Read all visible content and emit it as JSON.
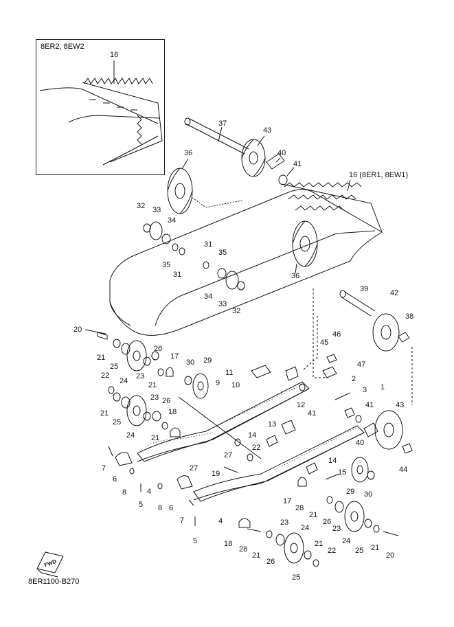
{
  "diagram": {
    "inset_title": "8ER2, 8EW2",
    "drawing_code": "8ER1100-B270",
    "fwd_marker": "FWD",
    "callouts": [
      {
        "id": "c-16-inset",
        "text": "16"
      },
      {
        "id": "c-16-main",
        "text": "16 (8ER1, 8EW1)"
      },
      {
        "id": "c-37",
        "text": "37"
      },
      {
        "id": "c-43-top",
        "text": "43"
      },
      {
        "id": "c-36-top",
        "text": "36"
      },
      {
        "id": "c-40-top",
        "text": "40"
      },
      {
        "id": "c-41-top",
        "text": "41"
      },
      {
        "id": "c-32-top",
        "text": "32"
      },
      {
        "id": "c-33-top",
        "text": "33"
      },
      {
        "id": "c-34-top",
        "text": "34"
      },
      {
        "id": "c-35-top",
        "text": "35"
      },
      {
        "id": "c-31-top",
        "text": "31"
      },
      {
        "id": "c-31-mid",
        "text": "31"
      },
      {
        "id": "c-35-mid",
        "text": "35"
      },
      {
        "id": "c-36-mid",
        "text": "36"
      },
      {
        "id": "c-34-mid",
        "text": "34"
      },
      {
        "id": "c-33-mid",
        "text": "33"
      },
      {
        "id": "c-32-mid",
        "text": "32"
      },
      {
        "id": "c-39",
        "text": "39"
      },
      {
        "id": "c-42",
        "text": "42"
      },
      {
        "id": "c-38",
        "text": "38"
      },
      {
        "id": "c-20-left",
        "text": "20"
      },
      {
        "id": "c-21-a",
        "text": "21"
      },
      {
        "id": "c-25-a",
        "text": "25"
      },
      {
        "id": "c-26-a",
        "text": "26"
      },
      {
        "id": "c-24-a",
        "text": "24"
      },
      {
        "id": "c-23-a",
        "text": "23"
      },
      {
        "id": "c-17-a",
        "text": "17"
      },
      {
        "id": "c-30-a",
        "text": "30"
      },
      {
        "id": "c-29-a",
        "text": "29"
      },
      {
        "id": "c-21-b",
        "text": "21"
      },
      {
        "id": "c-22-a",
        "text": "22"
      },
      {
        "id": "c-11",
        "text": "11"
      },
      {
        "id": "c-9",
        "text": "9"
      },
      {
        "id": "c-10",
        "text": "10"
      },
      {
        "id": "c-45",
        "text": "45"
      },
      {
        "id": "c-46",
        "text": "46"
      },
      {
        "id": "c-47",
        "text": "47"
      },
      {
        "id": "c-2",
        "text": "2"
      },
      {
        "id": "c-3",
        "text": "3"
      },
      {
        "id": "c-1",
        "text": "1"
      },
      {
        "id": "c-21-c",
        "text": "21"
      },
      {
        "id": "c-25-b",
        "text": "25"
      },
      {
        "id": "c-23-b",
        "text": "23"
      },
      {
        "id": "c-26-b",
        "text": "26"
      },
      {
        "id": "c-18-a",
        "text": "18"
      },
      {
        "id": "c-24-b",
        "text": "24"
      },
      {
        "id": "c-21-d",
        "text": "21"
      },
      {
        "id": "c-12",
        "text": "12"
      },
      {
        "id": "c-41-mid",
        "text": "41"
      },
      {
        "id": "c-41-right",
        "text": "41"
      },
      {
        "id": "c-43-right",
        "text": "43"
      },
      {
        "id": "c-13",
        "text": "13"
      },
      {
        "id": "c-14-a",
        "text": "14"
      },
      {
        "id": "c-22-b",
        "text": "22"
      },
      {
        "id": "c-40-right",
        "text": "40"
      },
      {
        "id": "c-44",
        "text": "44"
      },
      {
        "id": "c-7-a",
        "text": "7"
      },
      {
        "id": "c-6-a",
        "text": "6"
      },
      {
        "id": "c-27-a",
        "text": "27"
      },
      {
        "id": "c-27-b",
        "text": "27"
      },
      {
        "id": "c-14-b",
        "text": "14"
      },
      {
        "id": "c-15",
        "text": "15"
      },
      {
        "id": "c-8-a",
        "text": "8"
      },
      {
        "id": "c-4-a",
        "text": "4"
      },
      {
        "id": "c-19",
        "text": "19"
      },
      {
        "id": "c-5-a",
        "text": "5"
      },
      {
        "id": "c-8-b",
        "text": "8"
      },
      {
        "id": "c-6-b",
        "text": "6"
      },
      {
        "id": "c-17-b",
        "text": "17"
      },
      {
        "id": "c-28-a",
        "text": "28"
      },
      {
        "id": "c-29-b",
        "text": "29"
      },
      {
        "id": "c-30-b",
        "text": "30"
      },
      {
        "id": "c-7-b",
        "text": "7"
      },
      {
        "id": "c-4-b",
        "text": "4"
      },
      {
        "id": "c-21-e",
        "text": "21"
      },
      {
        "id": "c-26-c",
        "text": "26"
      },
      {
        "id": "c-23-c",
        "text": "23"
      },
      {
        "id": "c-5-b",
        "text": "5"
      },
      {
        "id": "c-23-d",
        "text": "23"
      },
      {
        "id": "c-24-c",
        "text": "24"
      },
      {
        "id": "c-25-c",
        "text": "25"
      },
      {
        "id": "c-21-f",
        "text": "21"
      },
      {
        "id": "c-20-right",
        "text": "20"
      },
      {
        "id": "c-18-b",
        "text": "18"
      },
      {
        "id": "c-28-b",
        "text": "28"
      },
      {
        "id": "c-21-g",
        "text": "21"
      },
      {
        "id": "c-24-d",
        "text": "24"
      },
      {
        "id": "c-26-d",
        "text": "26"
      },
      {
        "id": "c-21-h",
        "text": "21"
      },
      {
        "id": "c-22-c",
        "text": "22"
      },
      {
        "id": "c-25-d",
        "text": "25"
      }
    ]
  }
}
